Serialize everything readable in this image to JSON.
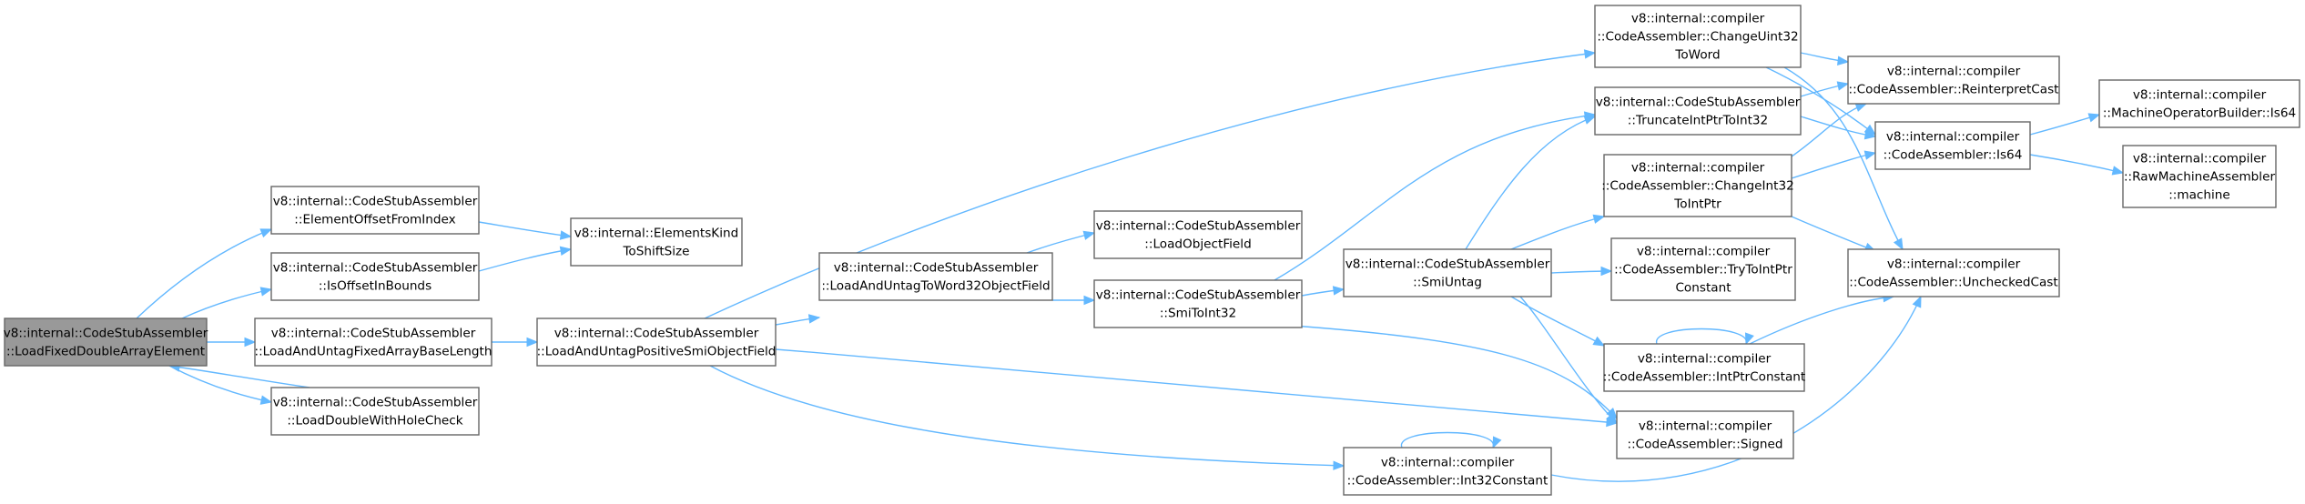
{
  "graph": {
    "nodes": [
      {
        "id": "root",
        "lines": [
          "v8::internal::CodeStubAssembler",
          "::LoadFixedDoubleArrayElement"
        ],
        "root": true
      },
      {
        "id": "eofi",
        "lines": [
          "v8::internal::CodeStubAssembler",
          "::ElementOffsetFromIndex"
        ]
      },
      {
        "id": "ioib",
        "lines": [
          "v8::internal::CodeStubAssembler",
          "::IsOffsetInBounds"
        ]
      },
      {
        "id": "lafabl",
        "lines": [
          "v8::internal::CodeStubAssembler",
          "::LoadAndUntagFixedArrayBaseLength"
        ]
      },
      {
        "id": "ldwhc",
        "lines": [
          "v8::internal::CodeStubAssembler",
          "::LoadDoubleWithHoleCheck"
        ]
      },
      {
        "id": "ekts",
        "lines": [
          "v8::internal::ElementsKind",
          "ToShiftSize"
        ]
      },
      {
        "id": "laupsof",
        "lines": [
          "v8::internal::CodeStubAssembler",
          "::LoadAndUntagPositiveSmiObjectField"
        ]
      },
      {
        "id": "lautw32",
        "lines": [
          "v8::internal::CodeStubAssembler",
          "::LoadAndUntagToWord32ObjectField"
        ]
      },
      {
        "id": "lof",
        "lines": [
          "v8::internal::CodeStubAssembler",
          "::LoadObjectField"
        ]
      },
      {
        "id": "smitoint32",
        "lines": [
          "v8::internal::CodeStubAssembler",
          "::SmiToInt32"
        ]
      },
      {
        "id": "smiuntag",
        "lines": [
          "v8::internal::CodeStubAssembler",
          "::SmiUntag"
        ]
      },
      {
        "id": "int32const",
        "lines": [
          "v8::internal::compiler",
          "::CodeAssembler::Int32Constant"
        ]
      },
      {
        "id": "cu32tw",
        "lines": [
          "v8::internal::compiler",
          "::CodeAssembler::ChangeUint32",
          "ToWord"
        ]
      },
      {
        "id": "tiptoi32",
        "lines": [
          "v8::internal::CodeStubAssembler",
          "::TruncateIntPtrToInt32"
        ]
      },
      {
        "id": "ci32tip",
        "lines": [
          "v8::internal::compiler",
          "::CodeAssembler::ChangeInt32",
          "ToIntPtr"
        ]
      },
      {
        "id": "ttipc",
        "lines": [
          "v8::internal::compiler",
          "::CodeAssembler::TryToIntPtr",
          "Constant"
        ]
      },
      {
        "id": "ipc",
        "lines": [
          "v8::internal::compiler",
          "::CodeAssembler::IntPtrConstant"
        ]
      },
      {
        "id": "signed",
        "lines": [
          "v8::internal::compiler",
          "::CodeAssembler::Signed"
        ]
      },
      {
        "id": "reinterpret",
        "lines": [
          "v8::internal::compiler",
          "::CodeAssembler::ReinterpretCast"
        ]
      },
      {
        "id": "is64",
        "lines": [
          "v8::internal::compiler",
          "::CodeAssembler::Is64"
        ]
      },
      {
        "id": "unchecked",
        "lines": [
          "v8::internal::compiler",
          "::CodeAssembler::UncheckedCast"
        ]
      },
      {
        "id": "mobis64",
        "lines": [
          "v8::internal::compiler",
          "::MachineOperatorBuilder::Is64"
        ]
      },
      {
        "id": "rammachine",
        "lines": [
          "v8::internal::compiler",
          "::RawMachineAssembler",
          "::machine"
        ]
      }
    ],
    "edges": [
      {
        "from": "root",
        "to": "eofi"
      },
      {
        "from": "root",
        "to": "ioib"
      },
      {
        "from": "root",
        "to": "lafabl"
      },
      {
        "from": "root",
        "to": "ldwhc"
      },
      {
        "from": "ldwhc",
        "to": "root"
      },
      {
        "from": "eofi",
        "to": "ekts"
      },
      {
        "from": "ioib",
        "to": "ekts"
      },
      {
        "from": "lafabl",
        "to": "laupsof"
      },
      {
        "from": "laupsof",
        "to": "lautw32"
      },
      {
        "from": "laupsof",
        "to": "cu32tw"
      },
      {
        "from": "laupsof",
        "to": "signed"
      },
      {
        "from": "laupsof",
        "to": "int32const"
      },
      {
        "from": "lautw32",
        "to": "lof"
      },
      {
        "from": "lautw32",
        "to": "smitoint32"
      },
      {
        "from": "smitoint32",
        "to": "smiuntag"
      },
      {
        "from": "smitoint32",
        "to": "tiptoi32"
      },
      {
        "from": "smitoint32",
        "to": "signed"
      },
      {
        "from": "smiuntag",
        "to": "ci32tip"
      },
      {
        "from": "smiuntag",
        "to": "ttipc"
      },
      {
        "from": "smiuntag",
        "to": "ipc"
      },
      {
        "from": "smiuntag",
        "to": "signed"
      },
      {
        "from": "smiuntag",
        "to": "tiptoi32"
      },
      {
        "from": "int32const",
        "to": "int32const"
      },
      {
        "from": "int32const",
        "to": "unchecked"
      },
      {
        "from": "ipc",
        "to": "ipc"
      },
      {
        "from": "ipc",
        "to": "unchecked"
      },
      {
        "from": "cu32tw",
        "to": "reinterpret"
      },
      {
        "from": "cu32tw",
        "to": "is64"
      },
      {
        "from": "cu32tw",
        "to": "unchecked"
      },
      {
        "from": "tiptoi32",
        "to": "reinterpret"
      },
      {
        "from": "tiptoi32",
        "to": "is64"
      },
      {
        "from": "ci32tip",
        "to": "reinterpret"
      },
      {
        "from": "ci32tip",
        "to": "is64"
      },
      {
        "from": "ci32tip",
        "to": "unchecked"
      },
      {
        "from": "is64",
        "to": "mobis64"
      },
      {
        "from": "is64",
        "to": "rammachine"
      }
    ]
  },
  "colors": {
    "edge": "#63b8ff",
    "node_border": "#666666",
    "root_fill": "#999999",
    "node_fill": "#ffffff"
  }
}
